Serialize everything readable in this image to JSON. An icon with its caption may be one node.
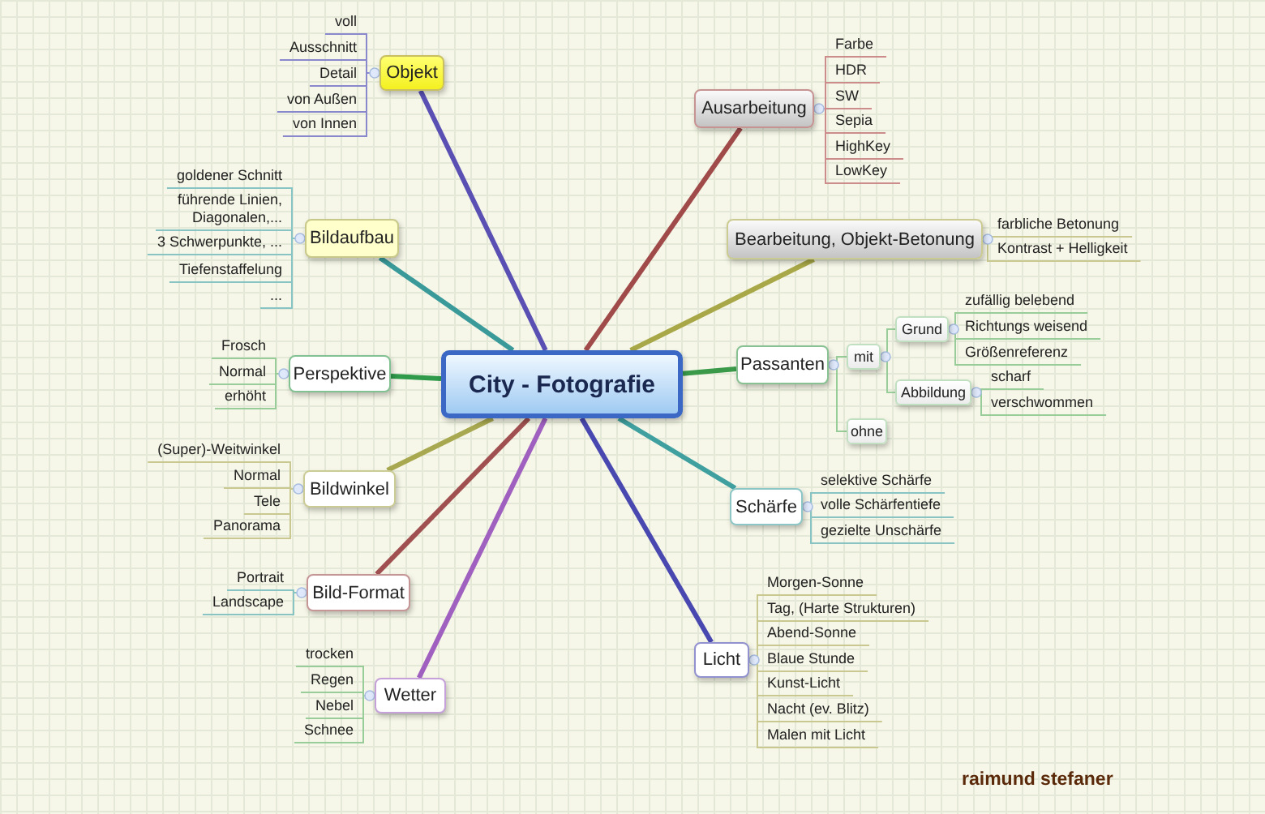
{
  "diagram": {
    "nodes": [
      {
        "text": [
          "City - Fotografie"
        ]
      },
      {
        "text": [
          "Objekt"
        ]
      },
      {
        "text": [
          "voll"
        ]
      },
      {
        "text": [
          "Ausschnitt"
        ]
      },
      {
        "text": [
          "Detail"
        ]
      },
      {
        "text": [
          "von Außen"
        ]
      },
      {
        "text": [
          "von Innen"
        ]
      },
      {
        "text": [
          "Bildaufbau"
        ]
      },
      {
        "text": [
          "goldener Schnitt"
        ]
      },
      {
        "text": [
          "führende Linien, Diagonalen,..."
        ]
      },
      {
        "text": [
          "3 Schwerpunkte, ..."
        ]
      },
      {
        "text": [
          "Tiefenstaffelung"
        ]
      },
      {
        "text": [
          "..."
        ]
      },
      {
        "text": [
          "Perspektive"
        ]
      },
      {
        "text": [
          "Frosch"
        ]
      },
      {
        "text": [
          "Normal"
        ]
      },
      {
        "text": [
          "erhöht"
        ]
      },
      {
        "text": [
          "Bildwinkel"
        ]
      },
      {
        "text": [
          "(Super)-Weitwinkel"
        ]
      },
      {
        "text": [
          "Normal"
        ]
      },
      {
        "text": [
          "Tele"
        ]
      },
      {
        "text": [
          "Panorama"
        ]
      },
      {
        "text": [
          "Bild-Format"
        ]
      },
      {
        "text": [
          "Portrait"
        ]
      },
      {
        "text": [
          "Landscape"
        ]
      },
      {
        "text": [
          "Wetter"
        ]
      },
      {
        "text": [
          "trocken"
        ]
      },
      {
        "text": [
          "Regen"
        ]
      },
      {
        "text": [
          "Nebel"
        ]
      },
      {
        "text": [
          "Schnee"
        ]
      },
      {
        "text": [
          "Ausarbeitung"
        ]
      },
      {
        "text": [
          "Farbe"
        ]
      },
      {
        "text": [
          "HDR"
        ]
      },
      {
        "text": [
          "SW"
        ]
      },
      {
        "text": [
          "Sepia"
        ]
      },
      {
        "text": [
          "HighKey"
        ]
      },
      {
        "text": [
          "LowKey"
        ]
      },
      {
        "text": [
          "Bearbeitung, Objekt-Betonung"
        ]
      },
      {
        "text": [
          "farbliche Betonung"
        ]
      },
      {
        "text": [
          "Kontrast + Helligkeit"
        ]
      },
      {
        "text": [
          "Passanten"
        ]
      },
      {
        "text": [
          "mit"
        ]
      },
      {
        "text": [
          "Grund"
        ]
      },
      {
        "text": [
          "zufällig belebend"
        ]
      },
      {
        "text": [
          "Richtungs weisend"
        ]
      },
      {
        "text": [
          "Größenreferenz"
        ]
      },
      {
        "text": [
          "Abbildung"
        ]
      },
      {
        "text": [
          "scharf"
        ]
      },
      {
        "text": [
          "verschwommen"
        ]
      },
      {
        "text": [
          "ohne"
        ]
      },
      {
        "text": [
          "Schärfe"
        ]
      },
      {
        "text": [
          "selektive Schärfe"
        ]
      },
      {
        "text": [
          "volle Schärfentiefe"
        ]
      },
      {
        "text": [
          "gezielte Unschärfe"
        ]
      },
      {
        "text": [
          "Licht"
        ]
      },
      {
        "text": [
          "Morgen-Sonne"
        ]
      },
      {
        "text": [
          "Tag, (Harte Strukturen)"
        ]
      },
      {
        "text": [
          "Abend-Sonne"
        ]
      },
      {
        "text": [
          "Blaue Stunde"
        ]
      },
      {
        "text": [
          "Kunst-Licht"
        ]
      },
      {
        "text": [
          "Nacht (ev. Blitz)"
        ]
      },
      {
        "text": [
          "Malen mit Licht"
        ]
      }
    ],
    "edges": [
      {
        "from": 0,
        "to": 1,
        "arrow": "none",
        "style": "thick",
        "color": "#5a50b4"
      },
      {
        "from": 0,
        "to": 7,
        "arrow": "none",
        "style": "thick",
        "color": "#3a9a9a"
      },
      {
        "from": 0,
        "to": 13,
        "arrow": "none",
        "style": "thick",
        "color": "#2e9a4a"
      },
      {
        "from": 0,
        "to": 17,
        "arrow": "none",
        "style": "thick",
        "color": "#a8a850"
      },
      {
        "from": 0,
        "to": 22,
        "arrow": "none",
        "style": "thick",
        "color": "#a05050"
      },
      {
        "from": 0,
        "to": 25,
        "arrow": "none",
        "style": "thick",
        "color": "#a060c0"
      },
      {
        "from": 0,
        "to": 30,
        "arrow": "none",
        "style": "thick",
        "color": "#a04a4a"
      },
      {
        "from": 0,
        "to": 37,
        "arrow": "none",
        "style": "thick",
        "color": "#a8a848"
      },
      {
        "from": 0,
        "to": 40,
        "arrow": "none",
        "style": "thick",
        "color": "#3a9a4a"
      },
      {
        "from": 0,
        "to": 50,
        "arrow": "none",
        "style": "thick",
        "color": "#40a0a0"
      },
      {
        "from": 0,
        "to": 54,
        "arrow": "none",
        "style": "thick",
        "color": "#4848b0"
      },
      {
        "from": 1,
        "to": 2,
        "arrow": "none",
        "color": "#8a88cc"
      },
      {
        "from": 1,
        "to": 3,
        "arrow": "none",
        "color": "#8a88cc"
      },
      {
        "from": 1,
        "to": 4,
        "arrow": "none",
        "color": "#8a88cc"
      },
      {
        "from": 1,
        "to": 5,
        "arrow": "none",
        "color": "#8a88cc"
      },
      {
        "from": 1,
        "to": 6,
        "arrow": "none",
        "color": "#8a88cc"
      },
      {
        "from": 7,
        "to": 8,
        "arrow": "none",
        "color": "#88c4c4"
      },
      {
        "from": 7,
        "to": 9,
        "arrow": "none",
        "color": "#88c4c4"
      },
      {
        "from": 7,
        "to": 10,
        "arrow": "none",
        "color": "#88c4c4"
      },
      {
        "from": 7,
        "to": 11,
        "arrow": "none",
        "color": "#88c4c4"
      },
      {
        "from": 7,
        "to": 12,
        "arrow": "none",
        "color": "#88c4c4"
      },
      {
        "from": 13,
        "to": 14,
        "arrow": "none",
        "color": "#98cc98"
      },
      {
        "from": 13,
        "to": 15,
        "arrow": "none",
        "color": "#98cc98"
      },
      {
        "from": 13,
        "to": 16,
        "arrow": "none",
        "color": "#98cc98"
      },
      {
        "from": 17,
        "to": 18,
        "arrow": "none",
        "color": "#c8c890"
      },
      {
        "from": 17,
        "to": 19,
        "arrow": "none",
        "color": "#c8c890"
      },
      {
        "from": 17,
        "to": 20,
        "arrow": "none",
        "color": "#c8c890"
      },
      {
        "from": 17,
        "to": 21,
        "arrow": "none",
        "color": "#c8c890"
      },
      {
        "from": 22,
        "to": 23,
        "arrow": "none",
        "color": "#88c4c4"
      },
      {
        "from": 22,
        "to": 24,
        "arrow": "none",
        "color": "#88c4c4"
      },
      {
        "from": 25,
        "to": 26,
        "arrow": "none",
        "color": "#98cc98"
      },
      {
        "from": 25,
        "to": 27,
        "arrow": "none",
        "color": "#98cc98"
      },
      {
        "from": 25,
        "to": 28,
        "arrow": "none",
        "color": "#98cc98"
      },
      {
        "from": 25,
        "to": 29,
        "arrow": "none",
        "color": "#98cc98"
      },
      {
        "from": 30,
        "to": 31,
        "arrow": "none",
        "color": "#cc8c8c"
      },
      {
        "from": 30,
        "to": 32,
        "arrow": "none",
        "color": "#cc8c8c"
      },
      {
        "from": 30,
        "to": 33,
        "arrow": "none",
        "color": "#cc8c8c"
      },
      {
        "from": 30,
        "to": 34,
        "arrow": "none",
        "color": "#cc8c8c"
      },
      {
        "from": 30,
        "to": 35,
        "arrow": "none",
        "color": "#cc8c8c"
      },
      {
        "from": 30,
        "to": 36,
        "arrow": "none",
        "color": "#cc8c8c"
      },
      {
        "from": 37,
        "to": 38,
        "arrow": "none",
        "color": "#c8c890"
      },
      {
        "from": 37,
        "to": 39,
        "arrow": "none",
        "color": "#c8c890"
      },
      {
        "from": 40,
        "to": 41,
        "arrow": "none",
        "color": "#98cc98"
      },
      {
        "from": 41,
        "to": 42,
        "arrow": "none",
        "color": "#98cc98"
      },
      {
        "from": 42,
        "to": 43,
        "arrow": "none",
        "color": "#98cc98"
      },
      {
        "from": 42,
        "to": 44,
        "arrow": "none",
        "color": "#98cc98"
      },
      {
        "from": 42,
        "to": 45,
        "arrow": "none",
        "color": "#98cc98"
      },
      {
        "from": 41,
        "to": 46,
        "arrow": "none",
        "color": "#98cc98"
      },
      {
        "from": 46,
        "to": 47,
        "arrow": "none",
        "color": "#98cc98"
      },
      {
        "from": 46,
        "to": 48,
        "arrow": "none",
        "color": "#98cc98"
      },
      {
        "from": 40,
        "to": 49,
        "arrow": "none",
        "color": "#98cc98"
      },
      {
        "from": 50,
        "to": 51,
        "arrow": "none",
        "color": "#88c4c4"
      },
      {
        "from": 50,
        "to": 52,
        "arrow": "none",
        "color": "#88c4c4"
      },
      {
        "from": 50,
        "to": 53,
        "arrow": "none",
        "color": "#88c4c4"
      },
      {
        "from": 54,
        "to": 55,
        "arrow": "none",
        "color": "#c8c890"
      },
      {
        "from": 54,
        "to": 56,
        "arrow": "none",
        "color": "#c8c890"
      },
      {
        "from": 54,
        "to": 57,
        "arrow": "none",
        "color": "#c8c890"
      },
      {
        "from": 54,
        "to": 58,
        "arrow": "none",
        "color": "#c8c890"
      },
      {
        "from": 54,
        "to": 59,
        "arrow": "none",
        "color": "#c8c890"
      },
      {
        "from": 54,
        "to": 60,
        "arrow": "none",
        "color": "#c8c890"
      },
      {
        "from": 54,
        "to": 61,
        "arrow": "none",
        "color": "#c8c890"
      }
    ],
    "labels": [
      "raimund stefaner"
    ]
  }
}
